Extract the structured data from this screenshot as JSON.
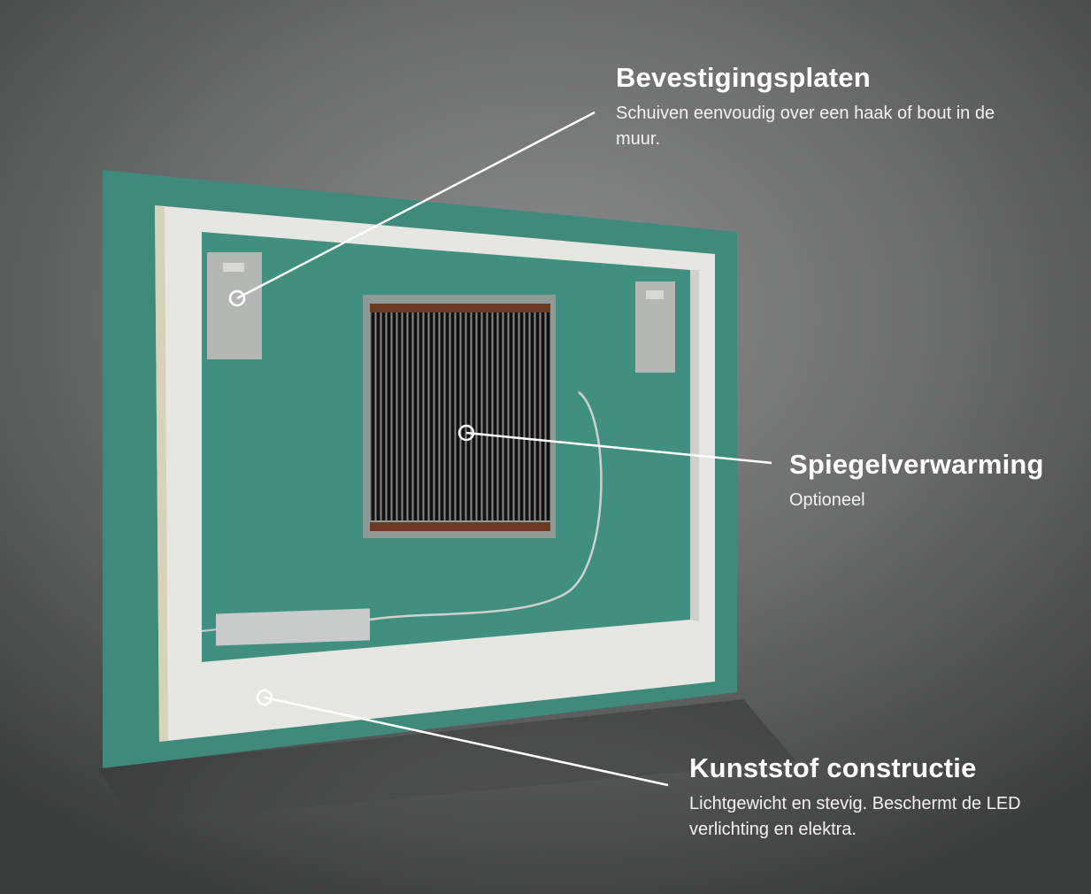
{
  "colors": {
    "panel": "#3f8a7a",
    "frame": "#e6e6e2",
    "heater": "#1c1c1c",
    "background": "#6e6f6f"
  },
  "callouts": [
    {
      "title": "Bevestigingsplaten",
      "description": "Schuiven eenvoudig over een haak of bout in de muur."
    },
    {
      "title": "Spiegelverwarming",
      "description": "Optioneel"
    },
    {
      "title": "Kunststof constructie",
      "description": "Lichtgewicht en stevig. Beschermt de LED verlichting en elektra."
    }
  ]
}
